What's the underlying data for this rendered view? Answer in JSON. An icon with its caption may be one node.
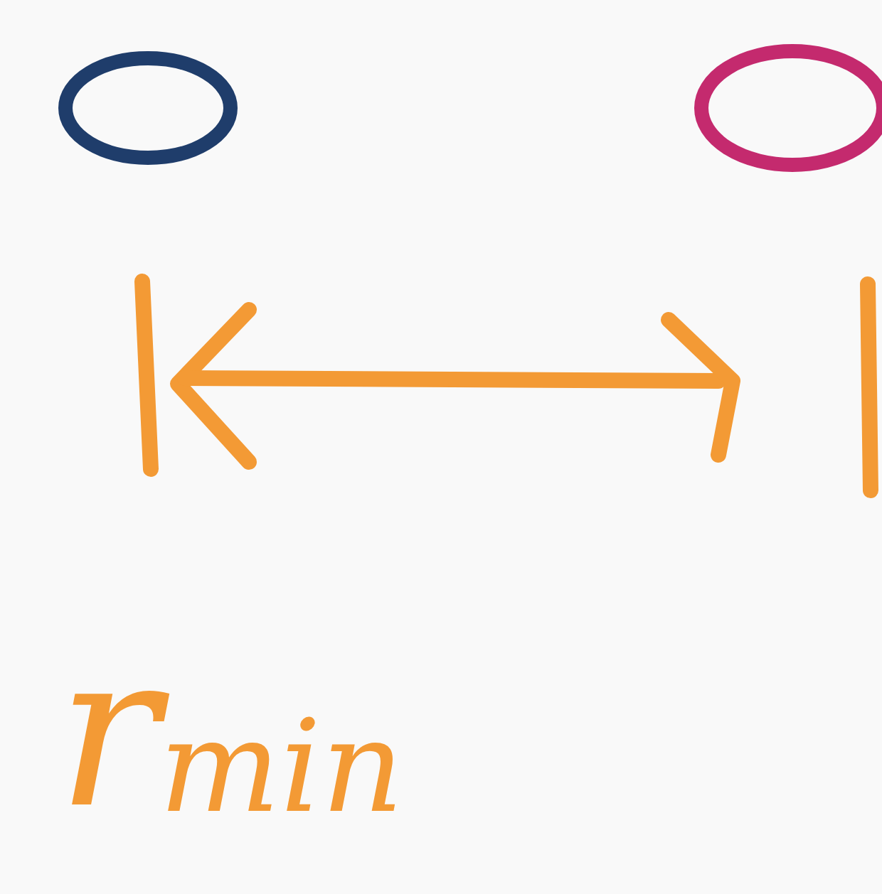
{
  "diagram": {
    "nodes": [
      {
        "text": [],
        "shape": "circle"
      },
      {
        "text": [],
        "shape": "circle"
      }
    ],
    "labels": [
      "r$_{min}$"
    ]
  }
}
